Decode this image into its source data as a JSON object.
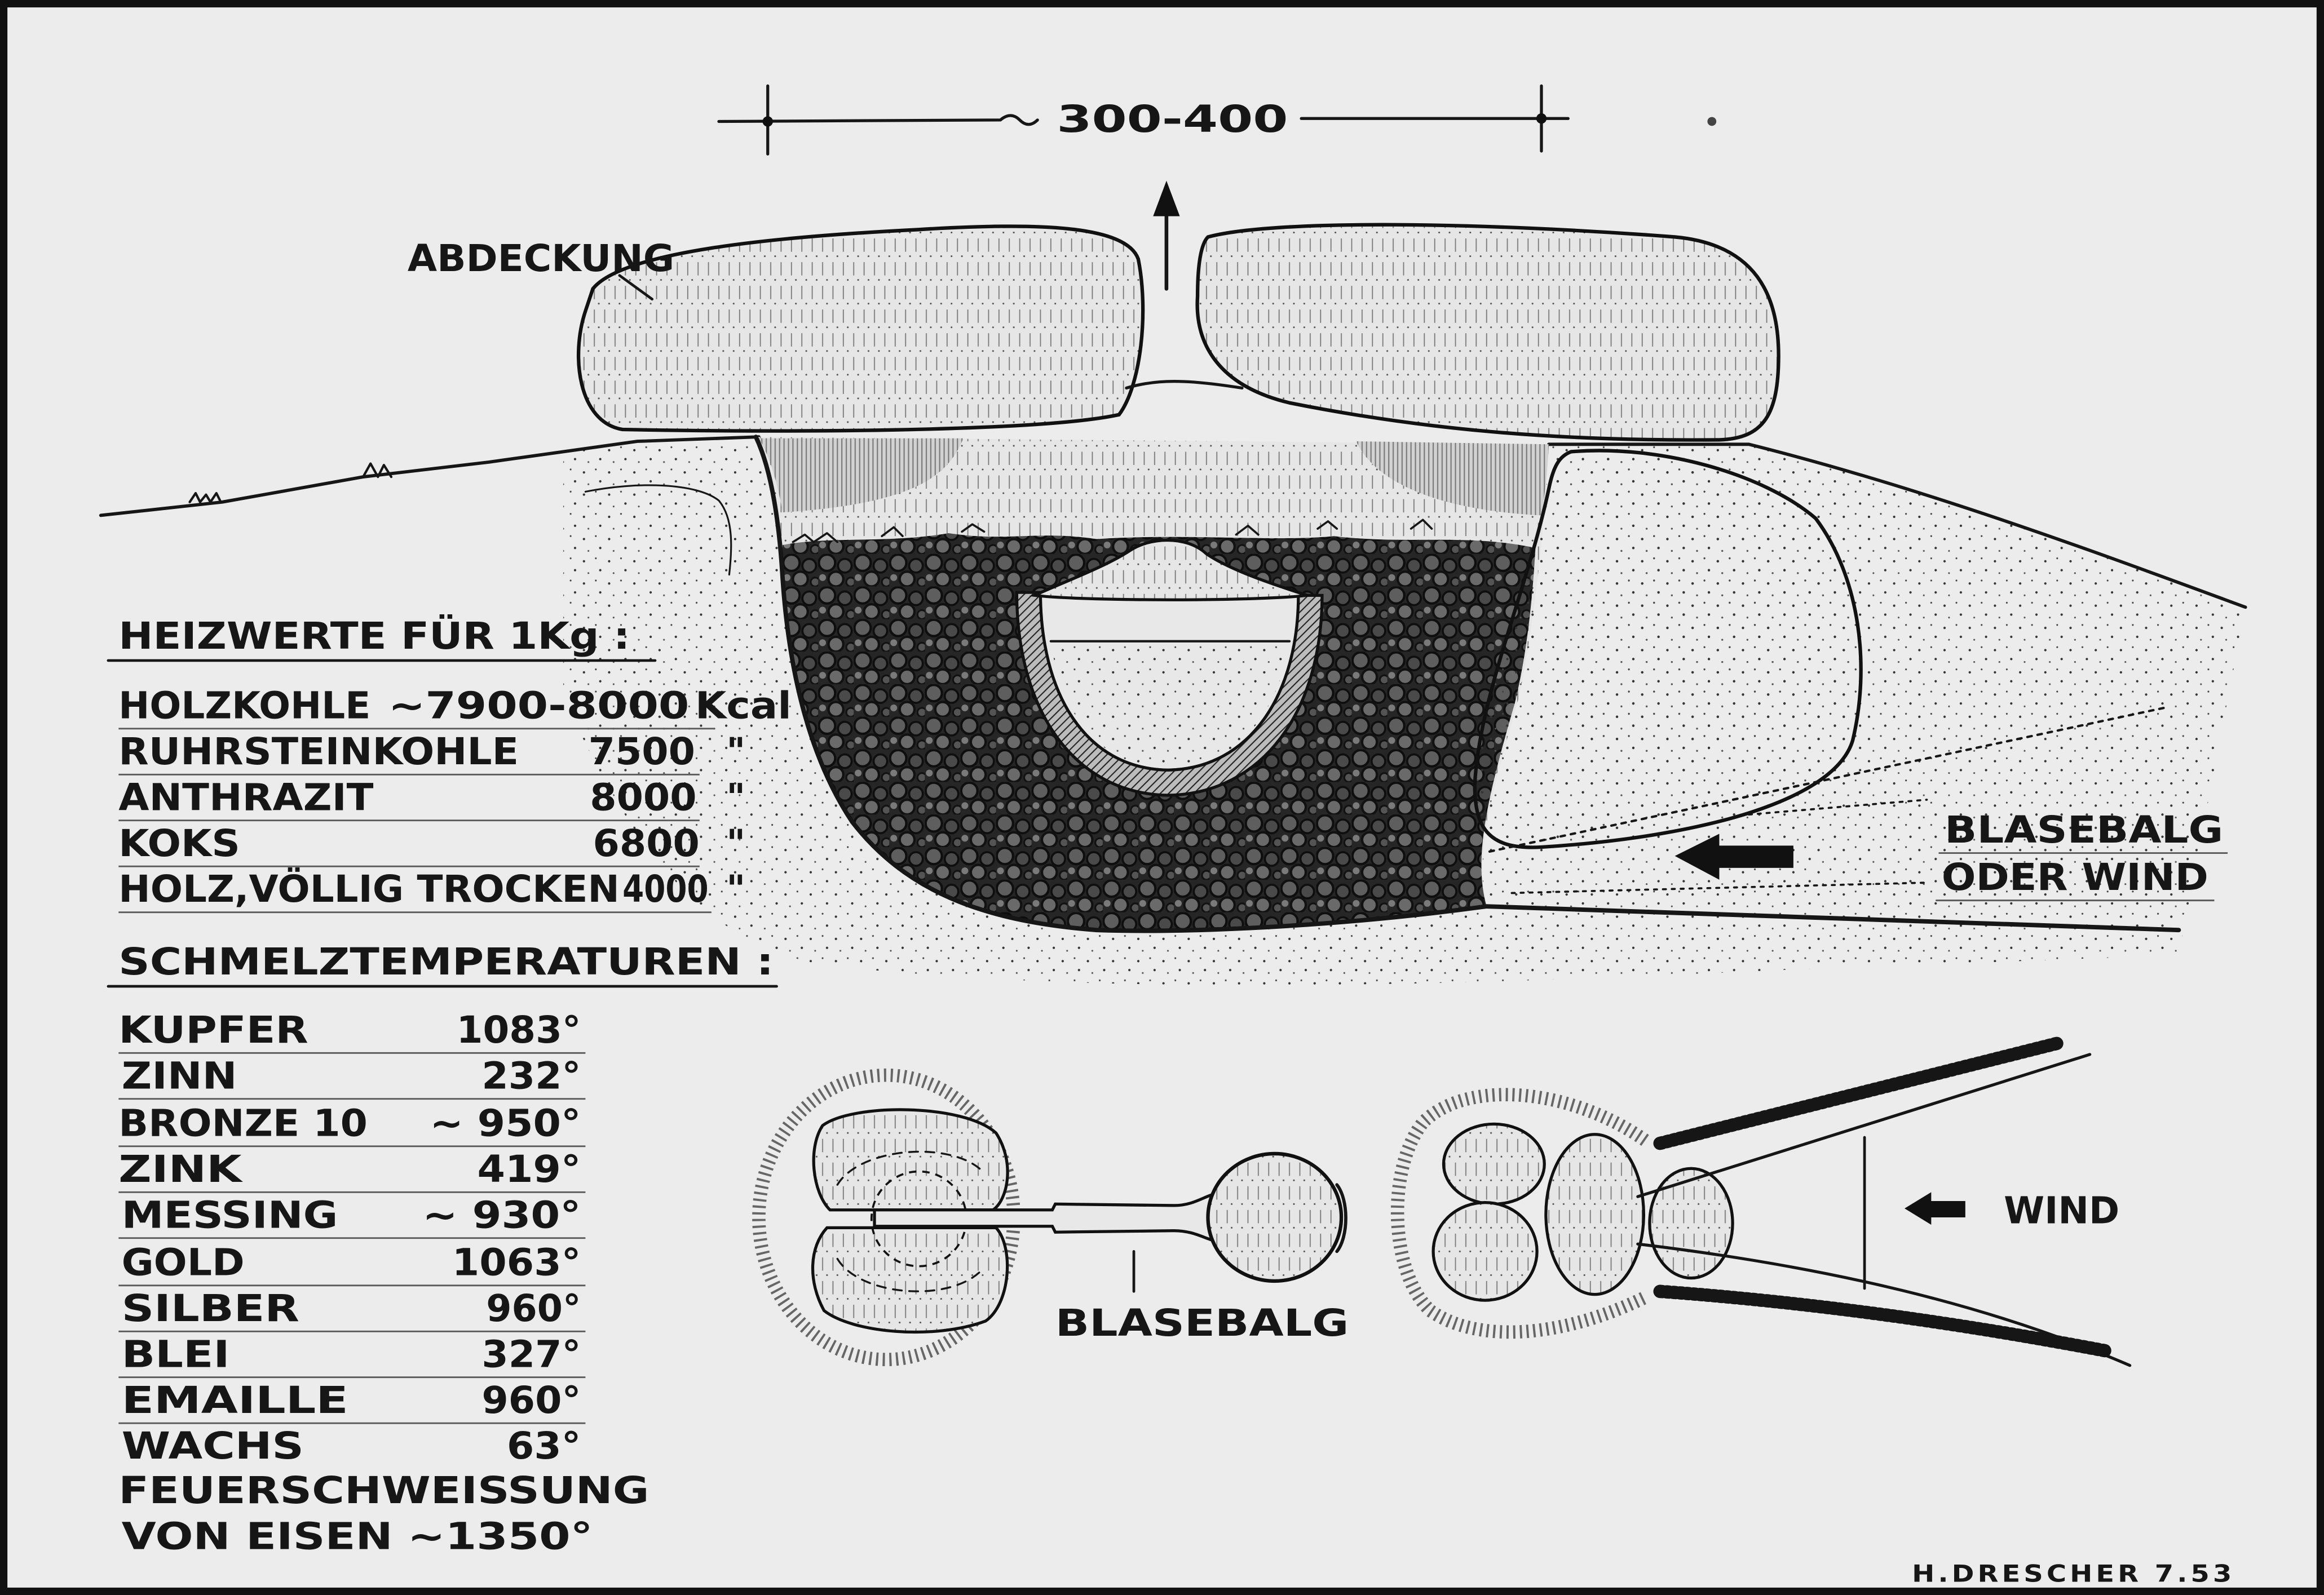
{
  "colors": {
    "ink": "#161616",
    "paper": "#ececec"
  },
  "dimension_label": "300-400",
  "labels": {
    "cover": "ABDECKUNG",
    "air_supply_line1": "BLASEBALG",
    "air_supply_line2": "ODER WIND",
    "bellows": "BLASEBALG",
    "wind": "WIND",
    "signature": "H.DRESCHER 7.53"
  },
  "heating_values": {
    "title": "HEIZWERTE FÜR 1Kg :",
    "rows": [
      {
        "fuel": "HOLZKOHLE",
        "value": "~7900-8000",
        "unit": "Kcal"
      },
      {
        "fuel": "RUHRSTEINKOHLE",
        "value": "7500",
        "unit": "\""
      },
      {
        "fuel": "ANTHRAZIT",
        "value": "8000",
        "unit": "\""
      },
      {
        "fuel": "KOKS",
        "value": "6800",
        "unit": "\""
      },
      {
        "fuel": "HOLZ,VÖLLIG TROCKEN",
        "value": "4000",
        "unit": "\""
      }
    ]
  },
  "melting_temperatures": {
    "title": "SCHMELZTEMPERATUREN :",
    "rows": [
      {
        "material": "KUPFER",
        "value": "1083°"
      },
      {
        "material": "ZINN",
        "value": "232°"
      },
      {
        "material": "BRONZE 10",
        "value": "~ 950°"
      },
      {
        "material": "ZINK",
        "value": "419°"
      },
      {
        "material": "MESSING",
        "value": "~ 930°"
      },
      {
        "material": "GOLD",
        "value": "1063°"
      },
      {
        "material": "SILBER",
        "value": "960°"
      },
      {
        "material": "BLEI",
        "value": "327°"
      },
      {
        "material": "EMAILLE",
        "value": "960°"
      },
      {
        "material": "WACHS",
        "value": "63°"
      }
    ],
    "forge_welding": {
      "line1": "FEUERSCHWEISSUNG",
      "line2": "VON EISEN",
      "value": "~1350°"
    }
  }
}
